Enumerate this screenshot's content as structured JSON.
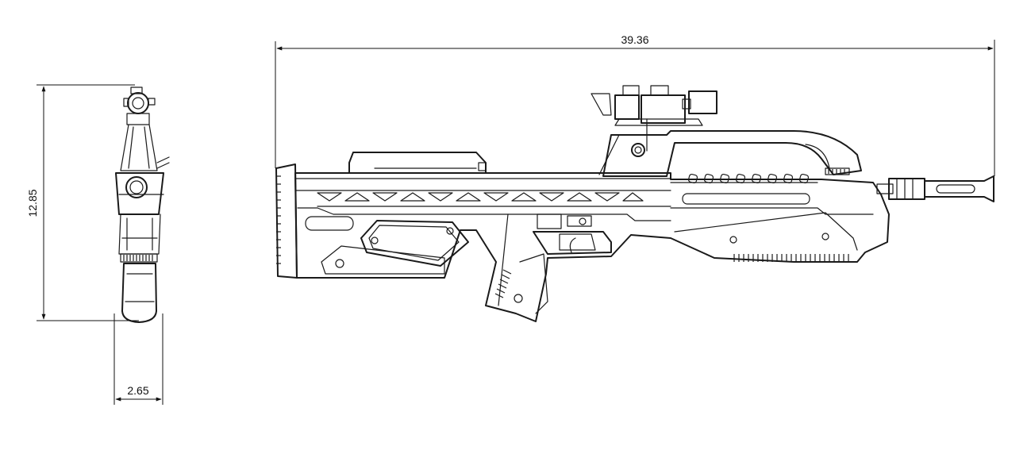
{
  "dimensions": {
    "length": "39.36",
    "height": "12.85",
    "width": "2.65"
  },
  "colors": {
    "line": "#1a1a1a",
    "background": "#ffffff"
  }
}
